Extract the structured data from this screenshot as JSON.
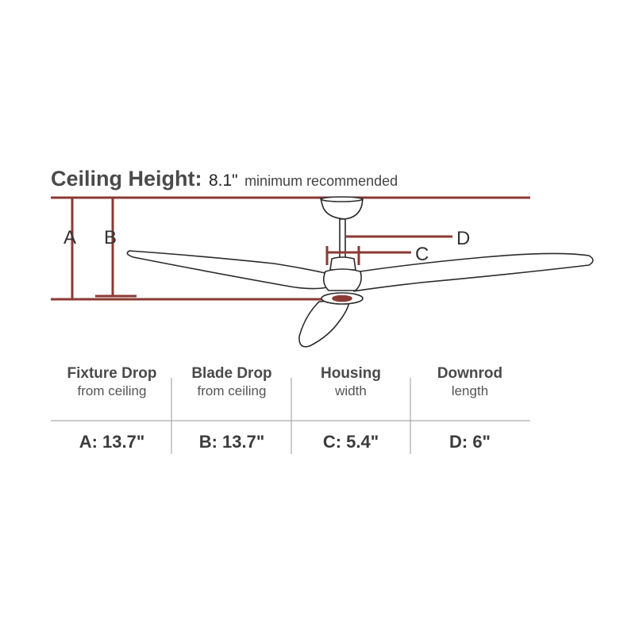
{
  "heading": {
    "lead": "Ceiling Height:",
    "value": "8.1\"",
    "note": "minimum recommended"
  },
  "letters": {
    "a": "A",
    "b": "B",
    "c": "C",
    "d": "D"
  },
  "columns": [
    {
      "title": "Fixture Drop",
      "subtitle": "from ceiling",
      "value": "A: 13.7\""
    },
    {
      "title": "Blade Drop",
      "subtitle": "from ceiling",
      "value": "B: 13.7\""
    },
    {
      "title": "Housing",
      "subtitle": "width",
      "value": "C: 5.4\""
    },
    {
      "title": "Downrod",
      "subtitle": "length",
      "value": "D: 6\""
    }
  ],
  "colors": {
    "accent": "#8b3a34",
    "line": "#222222",
    "divider": "#9a9a9a"
  }
}
